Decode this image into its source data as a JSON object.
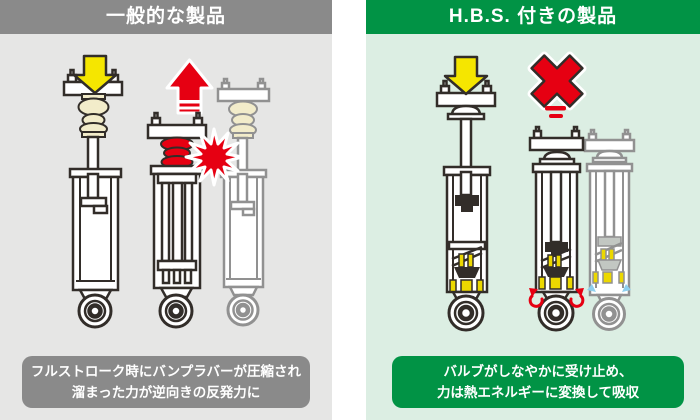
{
  "panels": {
    "left": {
      "title": "一般的な製品",
      "caption_line1": "フルストローク時にバンプラバーが圧縮され",
      "caption_line2": "溜まった力が逆向きの反発力に"
    },
    "right": {
      "title": "H.B.S. 付きの製品",
      "caption_line1": "バルブがしなやかに受け止め、",
      "caption_line2": "力は熱エネルギーに変換して吸収"
    }
  },
  "colors": {
    "left_header": "#8a8a8a",
    "left_bg": "#e6e6e5",
    "right_header": "#019345",
    "right_bg": "#dceee3",
    "outline": "#322d29",
    "muted": "#919191",
    "yellow": "#f5e600",
    "red": "#e60012",
    "cream": "#f2ecca",
    "valve": "#ecd800",
    "blue": "#8ecfee",
    "caption_text": "#ffffff"
  },
  "icons": {
    "down_force": "yellow-down-arrow",
    "rebound_force": "red-up-arrow",
    "impact": "red-impact-burst",
    "no_impact": "red-x-mark",
    "oil_flow": "red-curl-arrows",
    "heat_flow": "blue-arrows"
  }
}
